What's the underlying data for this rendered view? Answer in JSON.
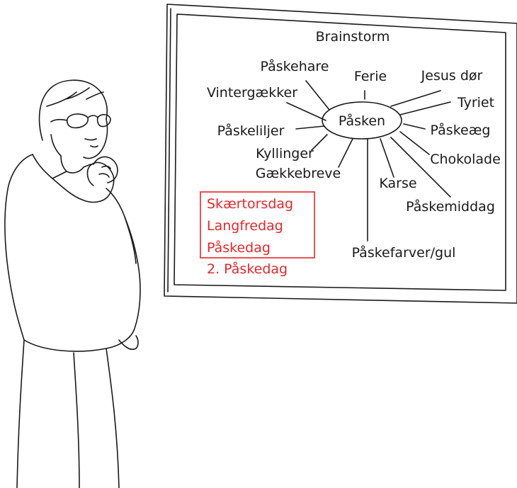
{
  "board": {
    "title": "Brainstorm",
    "center": "Påsken",
    "spokes": [
      "Påskehare",
      "Ferie",
      "Jesus dør",
      "Vintergækker",
      "Tyriet",
      "Påskeliljer",
      "Påskeæg",
      "Kyllinger",
      "Chokolade",
      "Gækkebreve",
      "Karse",
      "Påskemiddag",
      "Påskefarver/gul"
    ],
    "highlighted": [
      "Skærtorsdag",
      "Langfredag",
      "Påskedag",
      "2. Påskedag"
    ]
  },
  "colors": {
    "ink": "#1a1a1a",
    "highlight": "#e8262b",
    "background": "#ffffff"
  }
}
